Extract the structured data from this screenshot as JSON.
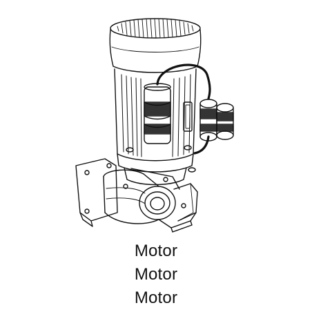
{
  "captions": [
    "Motor",
    "Motor",
    "Motor"
  ],
  "colors": {
    "line": "#111111",
    "text": "#111111",
    "background": "#ffffff"
  }
}
